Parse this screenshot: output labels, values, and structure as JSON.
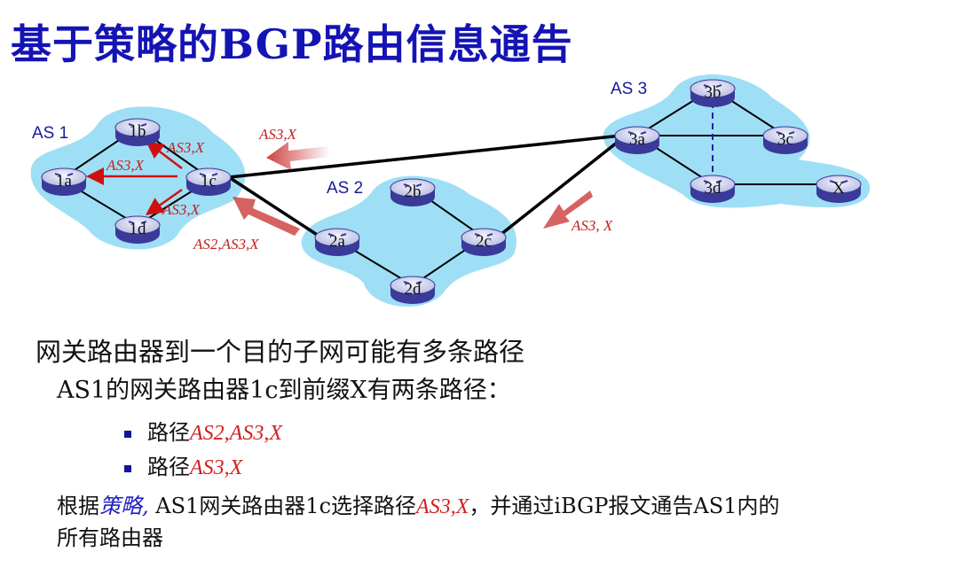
{
  "title": "基于策略的BGP路由信息通告",
  "diagram": {
    "as_labels": [
      "AS 1",
      "AS 2",
      "AS 3"
    ],
    "routers": {
      "r1a": "1a",
      "r1b": "1b",
      "r1c": "1c",
      "r1d": "1d",
      "r2a": "2a",
      "r2b": "2b",
      "r2c": "2c",
      "r2d": "2d",
      "r3a": "3a",
      "r3b": "3b",
      "r3c": "3c",
      "r3d": "3d",
      "rx": "X"
    },
    "annotations": {
      "to_1b": "AS3,X",
      "to_1a": "AS3,X",
      "to_1d": "AS3,X",
      "from_as3": "AS3,X",
      "from_as2": "AS2,AS3,X",
      "as3_to_as2": "AS3, X"
    }
  },
  "body": {
    "line1": "网关路由器到一个目的子网可能有多条路径",
    "line2": "AS1的网关路由器1c到前缀X有两条路径：",
    "bullets": [
      {
        "prefix": "路径",
        "path": "AS2,AS3,X"
      },
      {
        "prefix": "路径",
        "path": "AS3,X"
      }
    ],
    "line3_a": "根据",
    "line3_policy": "策略,",
    "line3_b": " AS1网关路由器1c选择路径",
    "line3_path": "AS3,X",
    "line3_c": "，并通过iBGP报文通告AS1内的",
    "line4": "所有路由器"
  },
  "colors": {
    "title": "#1414b4",
    "cloud": "#9fdff5",
    "arrow": "#c42020"
  }
}
